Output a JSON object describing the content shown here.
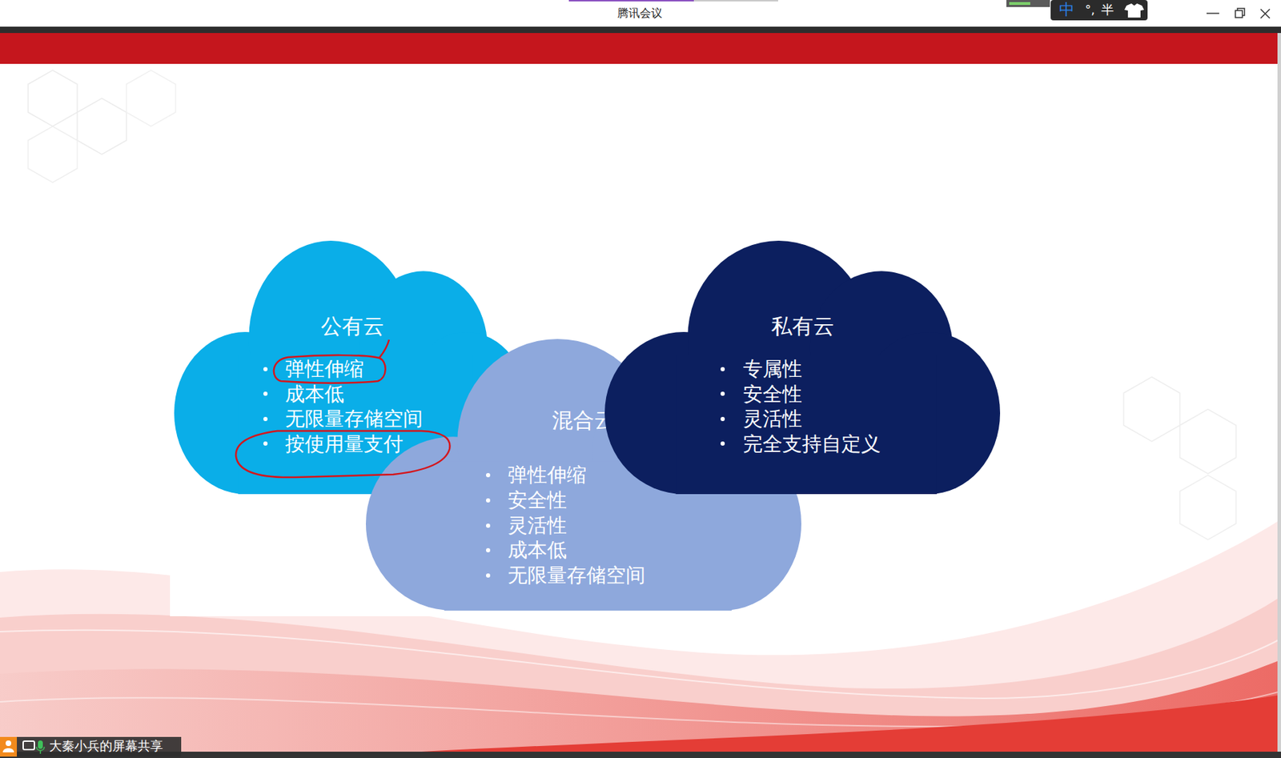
{
  "diagram": {
    "nodes": [
      {
        "text": [
          "公有云",
          "弹性伸缩",
          "成本低",
          "无限量存储空间",
          "按使用量支付"
        ]
      },
      {
        "text": [
          "私有云",
          "专属性",
          "安全性",
          "灵活性",
          "完全支持自定义"
        ]
      },
      {
        "text": [
          "混合云",
          "弹性伸缩",
          "安全性",
          "灵活性",
          "成本低",
          "无限量存储空间"
        ]
      }
    ],
    "labels": [
      "腾讯会议",
      "中",
      "°,",
      "半",
      "大秦小兵的屏幕共享"
    ]
  }
}
